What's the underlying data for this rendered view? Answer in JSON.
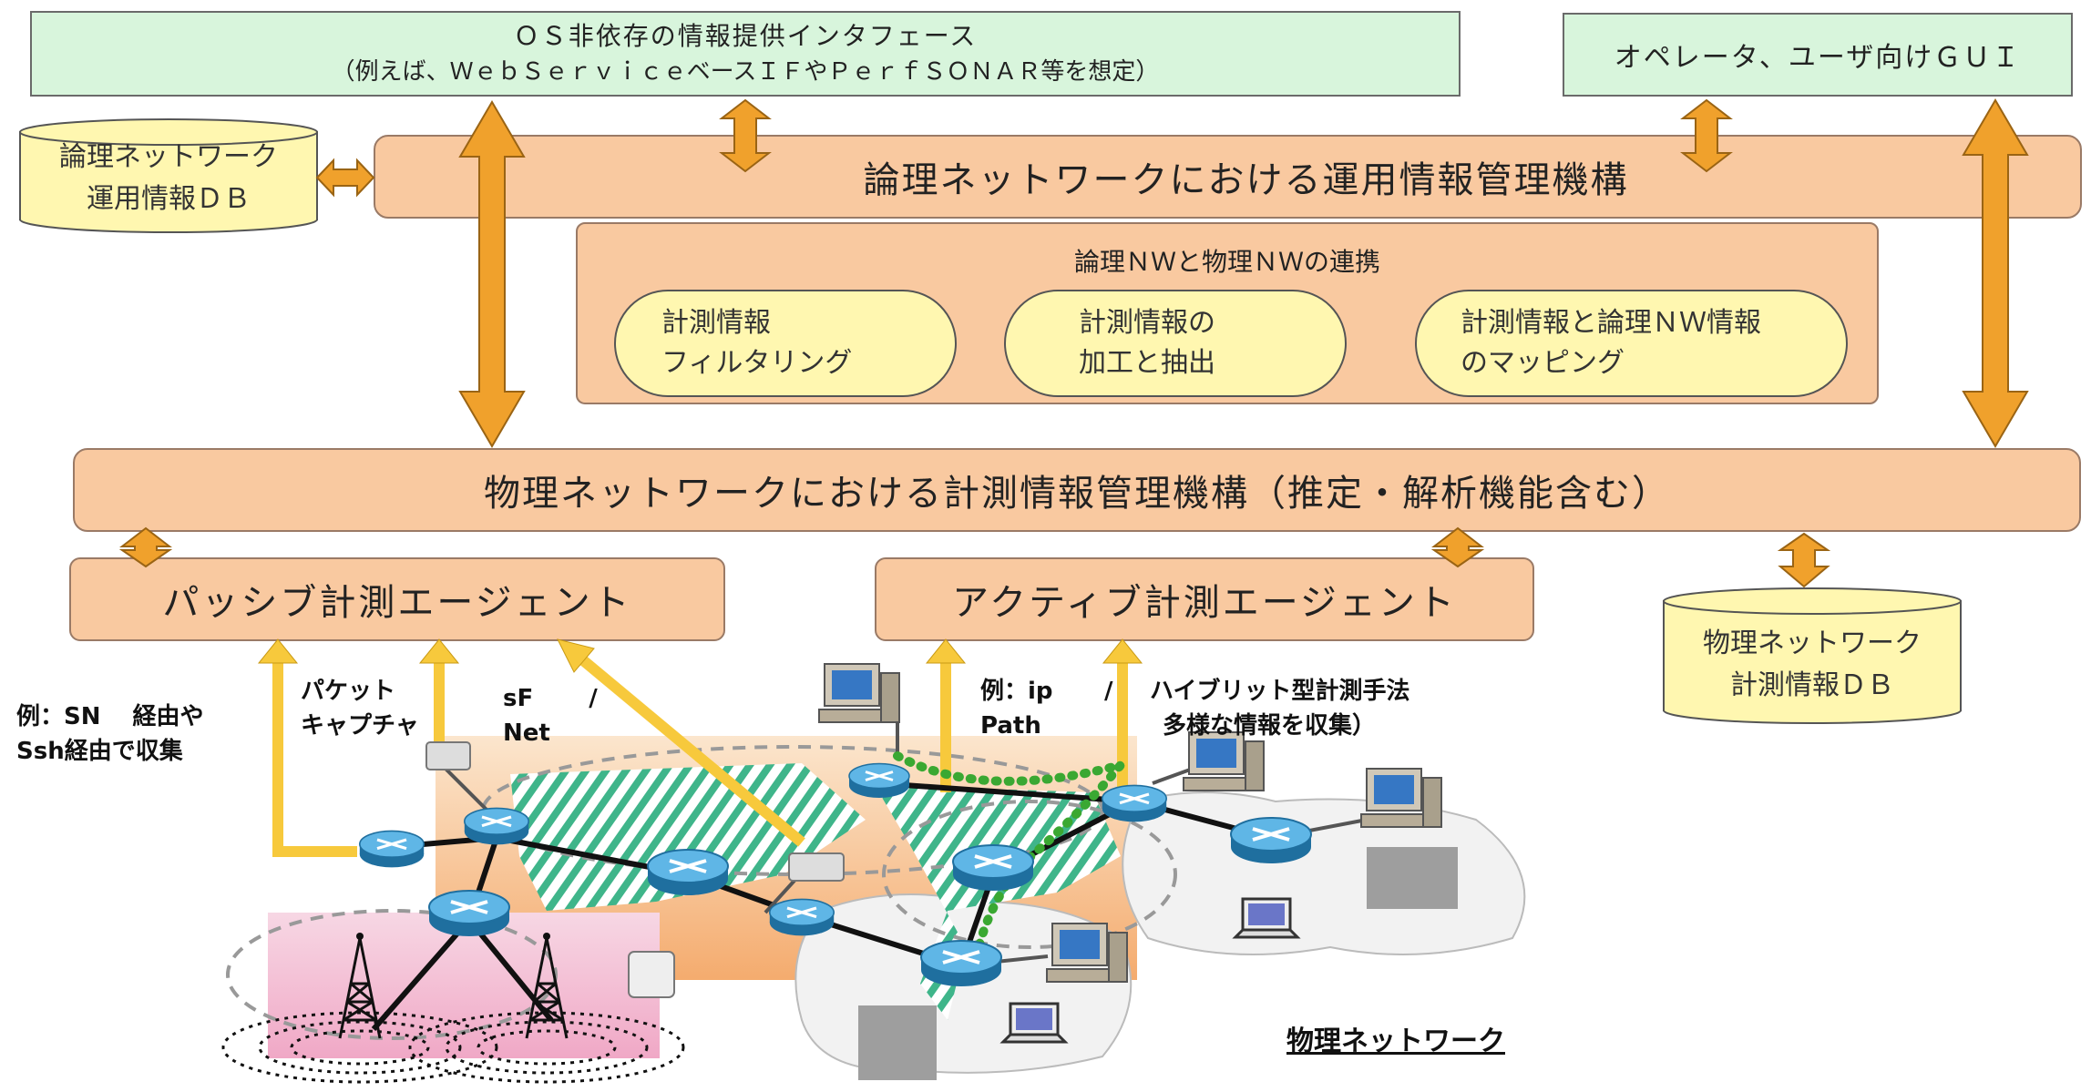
{
  "top_interface": {
    "line1": "ＯＳ非依存の情報提供インタフェース",
    "line2": "（例えば、ＷｅｂＳｅｒｖｉｃｅベースＩＦやＰｅｒｆＳＯＮＡＲ等を想定）"
  },
  "operator_gui": "オペレータ、ユーザ向けＧＵＩ",
  "logical_db": {
    "line1": "論理ネットワーク",
    "line2": "運用情報ＤＢ"
  },
  "logical_mgmt": "論理ネットワークにおける運用情報管理機構",
  "link_box": {
    "title": "論理ＮＷと物理ＮＷの連携",
    "items": [
      {
        "line1": "計測情報",
        "line2": "フィルタリング"
      },
      {
        "line1": "計測情報の",
        "line2": "加工と抽出"
      },
      {
        "line1": "計測情報と論理ＮＷ情報",
        "line2": "のマッピング"
      }
    ]
  },
  "physical_mgmt": "物理ネットワークにおける計測情報管理機構（推定・解析機能含む）",
  "passive_agent": "パッシブ計測エージェント",
  "active_agent": "アクティブ計測エージェント",
  "physical_db": {
    "line1": "物理ネットワーク",
    "line2": "計測情報ＤＢ"
  },
  "annotations": {
    "snmp_l1": "例：SN　  経由や",
    "snmp_l2": "Ssh経由で収集",
    "capture_l1": "パケット",
    "capture_l2": "キャプチャ",
    "sflow_l1": "sF　　 /",
    "sflow_l2": "Net",
    "ex_l1": "例：ip",
    "ex_l2": "Path",
    "slash": "/",
    "hybrid_l1": "ハイブリット型計測手法",
    "hybrid_l2": "多様な情報を収集）"
  },
  "physical_network_label": "物理ネットワーク",
  "colors": {
    "orange_arrow": "#f0a12c",
    "yellow_arrow": "#f7c93c",
    "tan_box": "#f9c9a0",
    "green_box": "#d8f5dc",
    "pill": "#fff7b0",
    "router": "#2f8fc4",
    "dotted_path": "#3aa832"
  }
}
